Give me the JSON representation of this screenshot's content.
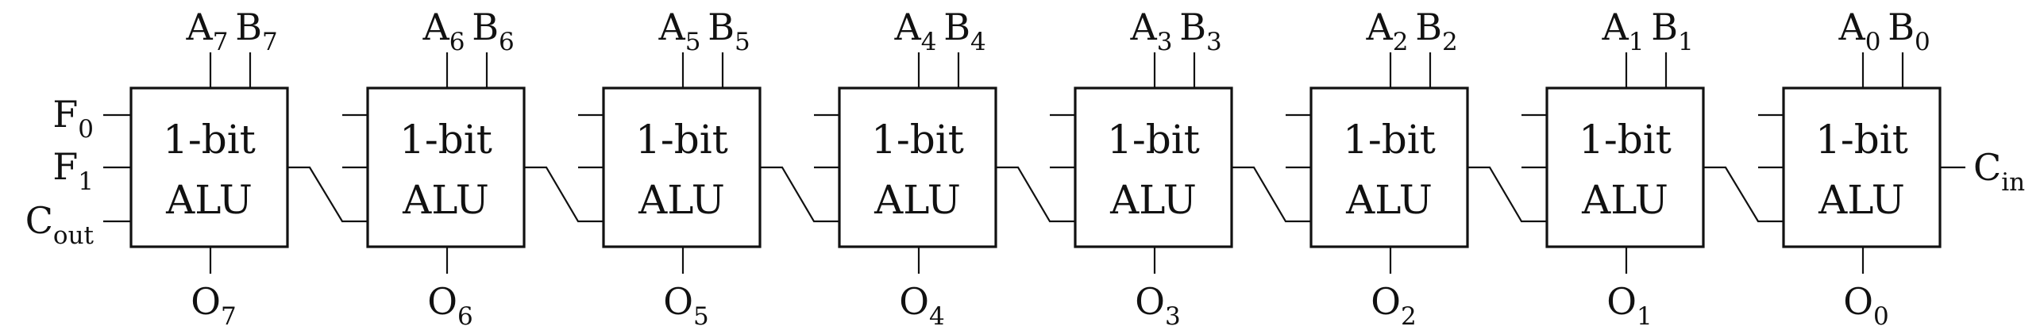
{
  "alu_label": {
    "line1": "1-bit",
    "line2": "ALU"
  },
  "left_inputs": [
    {
      "main": "F",
      "sub": "0"
    },
    {
      "main": "F",
      "sub": "1"
    },
    {
      "main": "C",
      "sub": "out"
    }
  ],
  "carry_in": {
    "main": "C",
    "sub": "in"
  },
  "stages": [
    {
      "a": {
        "main": "A",
        "sub": "7"
      },
      "b": {
        "main": "B",
        "sub": "7"
      },
      "o": {
        "main": "O",
        "sub": "7"
      }
    },
    {
      "a": {
        "main": "A",
        "sub": "6"
      },
      "b": {
        "main": "B",
        "sub": "6"
      },
      "o": {
        "main": "O",
        "sub": "6"
      }
    },
    {
      "a": {
        "main": "A",
        "sub": "5"
      },
      "b": {
        "main": "B",
        "sub": "5"
      },
      "o": {
        "main": "O",
        "sub": "5"
      }
    },
    {
      "a": {
        "main": "A",
        "sub": "4"
      },
      "b": {
        "main": "B",
        "sub": "4"
      },
      "o": {
        "main": "O",
        "sub": "4"
      }
    },
    {
      "a": {
        "main": "A",
        "sub": "3"
      },
      "b": {
        "main": "B",
        "sub": "3"
      },
      "o": {
        "main": "O",
        "sub": "3"
      }
    },
    {
      "a": {
        "main": "A",
        "sub": "2"
      },
      "b": {
        "main": "B",
        "sub": "2"
      },
      "o": {
        "main": "O",
        "sub": "2"
      }
    },
    {
      "a": {
        "main": "A",
        "sub": "1"
      },
      "b": {
        "main": "B",
        "sub": "1"
      },
      "o": {
        "main": "O",
        "sub": "1"
      }
    },
    {
      "a": {
        "main": "A",
        "sub": "0"
      },
      "b": {
        "main": "B",
        "sub": "0"
      },
      "o": {
        "main": "O",
        "sub": "0"
      }
    }
  ]
}
